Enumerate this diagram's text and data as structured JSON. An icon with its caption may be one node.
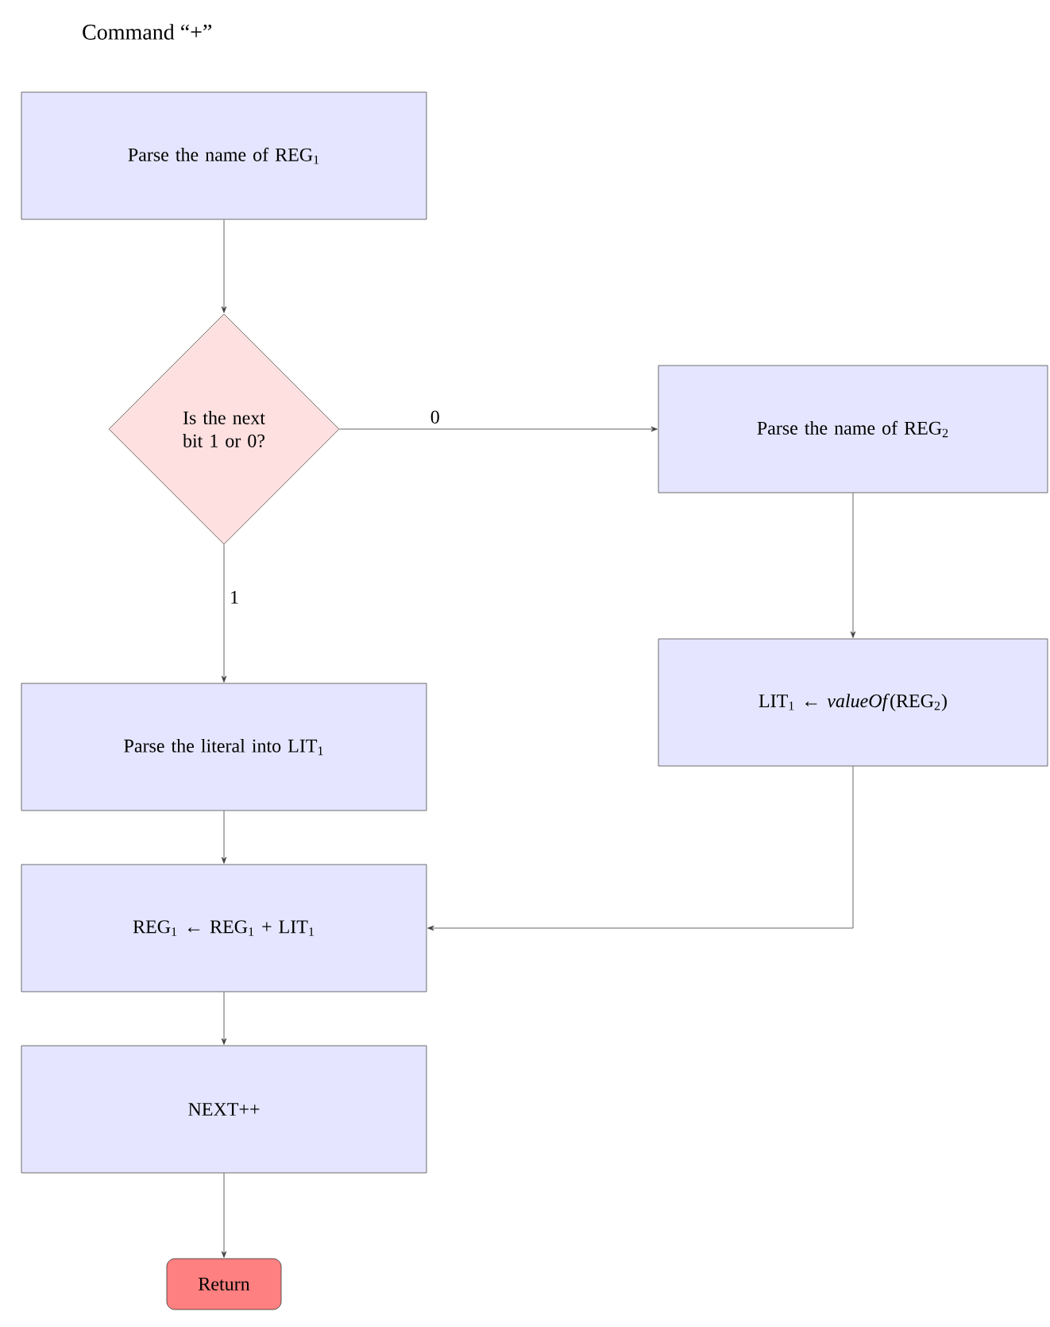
{
  "diagram": {
    "title": "Command “+”",
    "nodes": [
      {
        "text": [
          "Parse the name of REG$_{1}$"
        ]
      },
      {
        "text": [
          "Is the next bit 1 or 0?"
        ]
      },
      {
        "text": [
          "Parse the name of REG$_{2}$"
        ]
      },
      {
        "text": [
          "LIT$_{1}$ ← *valueOf*(REG$_{2}$)"
        ]
      },
      {
        "text": [
          "Parse the literal into LIT$_{1}$"
        ]
      },
      {
        "text": [
          "REG$_{1}$ ← REG$_{1}$ + LIT$_{1}$"
        ]
      },
      {
        "text": [
          "NEXT++"
        ]
      },
      {
        "text": [
          "Return"
        ]
      }
    ],
    "edges": [
      {
        "from": 0,
        "to": 1,
        "arrow": "to"
      },
      {
        "from": 1,
        "to": 2,
        "arrow": "to",
        "label": "0"
      },
      {
        "from": 1,
        "to": 4,
        "arrow": "to",
        "label": "1"
      },
      {
        "from": 2,
        "to": 3,
        "arrow": "to"
      },
      {
        "from": 4,
        "to": 5,
        "arrow": "to"
      },
      {
        "from": 3,
        "to": 5,
        "arrow": "to"
      },
      {
        "from": 5,
        "to": 6,
        "arrow": "to"
      },
      {
        "from": 6,
        "to": 7,
        "arrow": "to"
      }
    ]
  }
}
